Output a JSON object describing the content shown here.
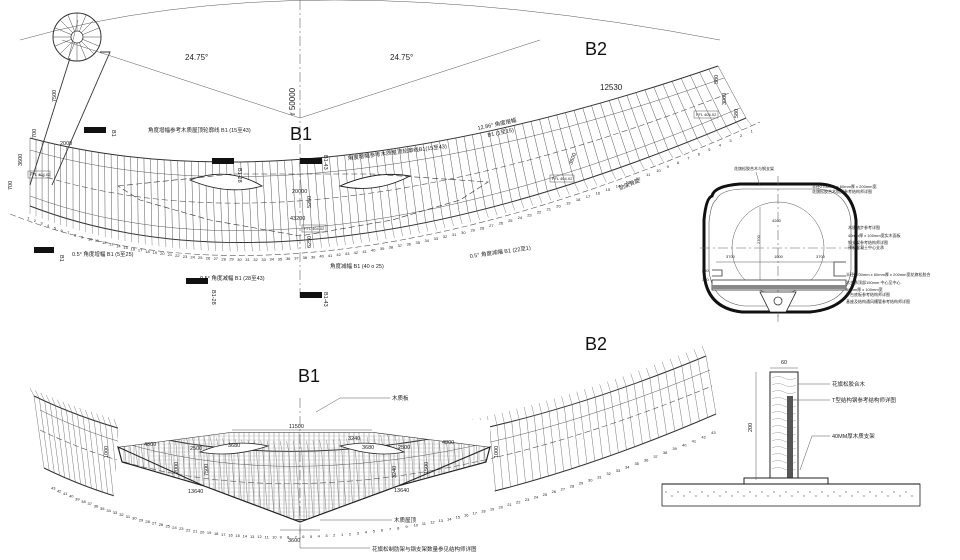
{
  "plan_top": {
    "zone_b1": "B1",
    "zone_b2": "B2",
    "angle_left": "24.75°",
    "angle_right": "24.75°",
    "radius": "r 50000",
    "dim_12530": "12530",
    "dim_580a": "580",
    "dim_3000": "3000",
    "dim_580b": "580",
    "dim_7500": "7500",
    "dim_700a": "700",
    "dim_2000": "2000",
    "dim_3600": "3600",
    "dim_700b": "700",
    "dim_3600r": "3600",
    "dim_20000": "20000",
    "dim_43200": "43200",
    "dim_5250": "5250",
    "dim_6250": "6250",
    "dim_1500": "1500",
    "dim_900": "900",
    "ffl_left": "FFL 404.02",
    "ffl_mid": "FFL 404.02",
    "ffl_right": "FFL 404.02",
    "ffl_end": "FFL 404.02",
    "note_left_top": "角度增幅参考木质屋顶轮廓线 B1 (15至43)",
    "note_right_top": "12.86° 角度增幅",
    "note_right_top2": "B1 (1至15)",
    "note_mid_top": "角度增幅参考木质屋顶轮廓线B1(15至43)",
    "note_bot_left": "0.5° 角度增幅 B1 (5至25)",
    "note_bot_mid": "0.5° 角度减幅 B1 (28至43)",
    "note_bot_mid2": "角度减幅 B1 (40 o 25)",
    "note_bot_right": "0.5° 角度减幅 B1 (22至1)",
    "note_rib": "肋架骨距",
    "sec_b1": "B1",
    "sec_b1_28a": "B1-28",
    "sec_b1_43a": "B1-43",
    "sec_b1_28b": "B1-28",
    "sec_b1_43b": "B1-43",
    "sec_b1_bl": "B1"
  },
  "plan_bottom": {
    "zone_b1": "B1",
    "zone_b2": "B2",
    "label_board": "木质板",
    "label_roof": "木质屋顶",
    "label_note": "花旗松制肋架与钢支架数量参见结构师详图",
    "dim_11500": "11500",
    "dim_4800a": "4800",
    "dim_2500a": "2500",
    "dim_3680": "3680",
    "dim_3240": "3240",
    "dim_3680b": "3680",
    "dim_2500b": "2500",
    "dim_4800b": "4800",
    "dim_1000a": "1000",
    "dim_1000b": "1000",
    "dim_2000": "2000",
    "dim_7500": "7500",
    "dim_3240v": "3240",
    "dim_1500": "1500",
    "dim_13640a": "13640",
    "dim_13640b": "13640",
    "dim_3600": "3600"
  },
  "section": {
    "title": "花旗松胶合木与钢支架",
    "n1": "半径2700mm x 60mm厚 x 200mm宽",
    "n1b": "花旗松胶合木肋架参考结构师详图",
    "n2": "木质踏步参考详图",
    "n3": "40mm厚 x 100mm宽实木面板",
    "n4": "钢支架参考结构师详图",
    "n4b": "预制混凝土中心支承",
    "n5": "半径2700mm x 60mm厚 x 200mm宽花旗松胶合",
    "n6": "木支承顶部150mm 中心至中心",
    "n7": "50mm厚 x 100mm宽",
    "n7b": "平台底板参考结构师详图",
    "n8": "基座及结构通风槽管参考结构师详图",
    "d_4200": "4200",
    "d_3700a": "3700",
    "d_1000": "1000",
    "d_3700b": "3700",
    "d_2700": "2700",
    "d_250": "250",
    "d_370": "370"
  },
  "detail": {
    "d_60": "60",
    "d_200": "200",
    "l1": "花旗松胶合木",
    "l2": "T型结构钢参考结构师详图",
    "l3": "40MM厚木质支架"
  },
  "rib_numbers_top": [
    "1",
    "2",
    "3",
    "4",
    "5",
    "6",
    "7",
    "8",
    "9",
    "10",
    "11",
    "12",
    "13",
    "14",
    "15",
    "16",
    "17",
    "18",
    "19",
    "20",
    "21",
    "22",
    "23",
    "24",
    "25",
    "26",
    "27",
    "28",
    "29",
    "30",
    "31",
    "32",
    "33",
    "34",
    "35",
    "36",
    "37",
    "38",
    "39",
    "40",
    "41",
    "42",
    "43",
    "42",
    "41",
    "40",
    "39",
    "38",
    "37",
    "36",
    "35",
    "34",
    "33",
    "32",
    "31",
    "30",
    "29",
    "28",
    "27",
    "26",
    "25",
    "24",
    "23",
    "22",
    "21",
    "20",
    "19",
    "18",
    "17",
    "16",
    "15",
    "14",
    "13",
    "12",
    "11",
    "10",
    "9",
    "8",
    "7",
    "6",
    "5",
    "4",
    "3",
    "2",
    "1"
  ],
  "rib_numbers_bottom": [
    "43",
    "42",
    "41",
    "40",
    "39",
    "38",
    "37",
    "36",
    "35",
    "34",
    "33",
    "32",
    "31",
    "30",
    "29",
    "28",
    "27",
    "26",
    "25",
    "24",
    "23",
    "22",
    "21",
    "20",
    "19",
    "18",
    "17",
    "16",
    "15",
    "14",
    "13",
    "12",
    "11",
    "10",
    "9",
    "8",
    "7",
    "6",
    "5",
    "4",
    "3",
    "2",
    "1",
    "2",
    "3",
    "4",
    "5",
    "6",
    "7",
    "8",
    "9",
    "10",
    "11",
    "12",
    "13",
    "14",
    "15",
    "16",
    "17",
    "18",
    "19",
    "20",
    "21",
    "22",
    "23",
    "24",
    "25",
    "26",
    "27",
    "28",
    "29",
    "30",
    "31",
    "32",
    "33",
    "34",
    "35",
    "36",
    "37",
    "38",
    "39",
    "40",
    "41",
    "42",
    "43"
  ]
}
